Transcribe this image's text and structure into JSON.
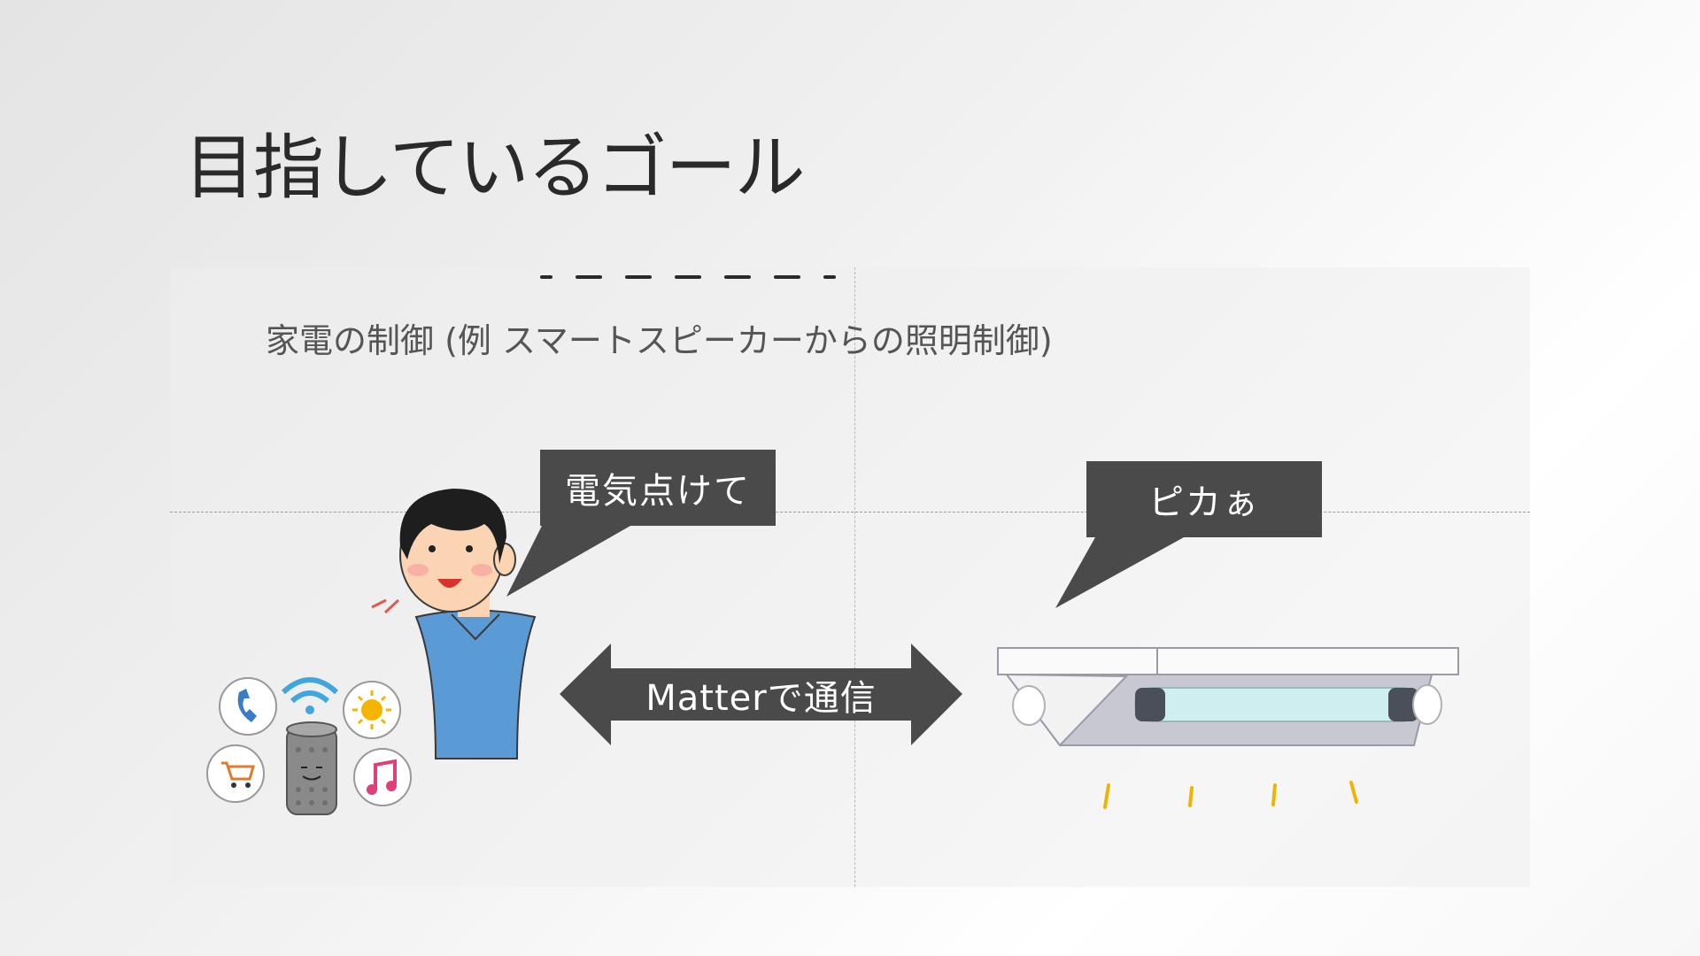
{
  "slide": {
    "title": "目指しているゴール",
    "subtitle": "家電の制御 (例 スマートスピーカーからの照明制御)"
  },
  "left_bubble": {
    "text": "電気点けて"
  },
  "right_bubble": {
    "text": "ピカぁ"
  },
  "center_arrow": {
    "label": "Matterで通信"
  },
  "colors": {
    "bubble_bg": "#4a4a4a",
    "arrow_bg": "#4a4a4a",
    "shirt": "#5b9bd5",
    "speaker": "#8a8a8a",
    "light_rays": "#f0b400"
  },
  "icons": [
    "person-icon",
    "smart-speaker-icon",
    "phone-icon",
    "wifi-icon",
    "sun-icon",
    "cart-icon",
    "music-note-icon",
    "ceiling-light-icon"
  ]
}
